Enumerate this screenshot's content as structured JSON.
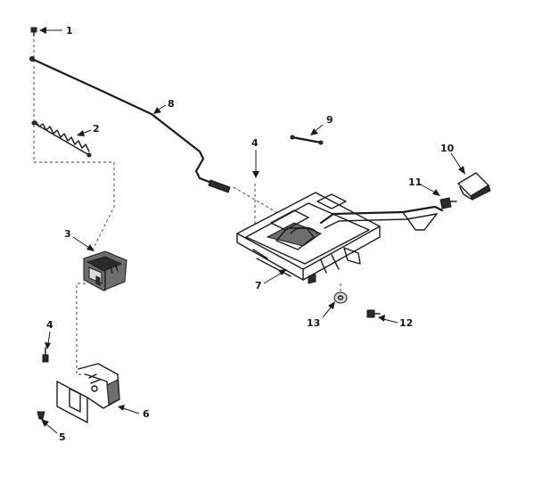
{
  "diagram": {
    "callouts": [
      "1",
      "8",
      "2",
      "4",
      "9",
      "10",
      "11",
      "3",
      "7",
      "13",
      "12",
      "4",
      "6",
      "5"
    ]
  }
}
